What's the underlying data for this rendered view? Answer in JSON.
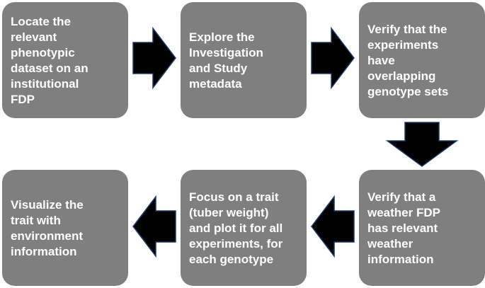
{
  "steps": [
    {
      "label": "Locate the\nrelevant\nphenotypic\ndataset on an\ninstitutional\nFDP"
    },
    {
      "label": "Explore the\nInvestigation\nand Study\nmetadata"
    },
    {
      "label": "Verify that the\nexperiments\nhave\noverlapping\ngenotype sets"
    },
    {
      "label": "Verify that a\nweather FDP\nhas relevant\nweather\ninformation"
    },
    {
      "label": "Focus on a trait\n(tuber weight)\nand plot it for all\nexperiments, for\neach genotype"
    },
    {
      "label": "Visualize the\ntrait with\nenvironment\ninformation"
    }
  ],
  "colors": {
    "box_fill": "#7f7f7f",
    "box_text": "#ffffff",
    "arrow_fill": "#000000",
    "arrow_outline": "#1f3864"
  }
}
